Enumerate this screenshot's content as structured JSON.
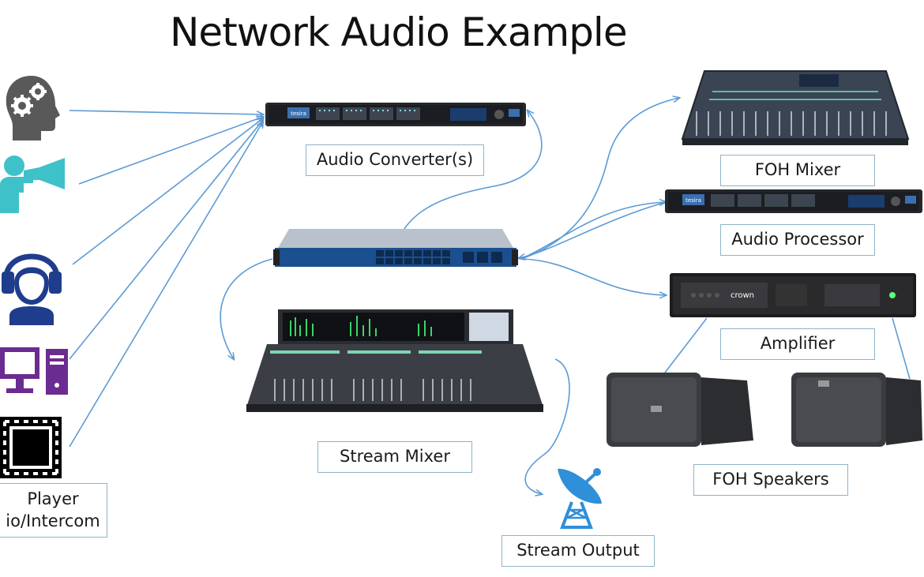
{
  "title": "Network Audio Example",
  "labels": {
    "audio_converters": "Audio Converter(s)",
    "foh_mixer": "FOH Mixer",
    "audio_processor": "Audio Processor",
    "amplifier": "Amplifier",
    "foh_speakers": "FOH Speakers",
    "stream_mixer": "Stream Mixer",
    "stream_output": "Stream Output",
    "player_line1": "Player",
    "player_line2": "io/Intercom"
  },
  "device_text": {
    "converter_brand": "tesira",
    "processor_brand": "tesira",
    "amp_brand": "crown"
  },
  "icons": [
    "head-gears-icon",
    "megaphone-person-icon",
    "headphones-person-icon",
    "computer-icon",
    "chip-icon",
    "satellite-dish-icon"
  ],
  "colors": {
    "connector": "#5b9bd5",
    "icon_gray": "#595959",
    "icon_teal": "#3fc1c9",
    "icon_navy": "#1f3d8c",
    "icon_purple": "#6b2c91",
    "icon_blue": "#2f8fd8",
    "label_border": "#8fb3c7"
  }
}
